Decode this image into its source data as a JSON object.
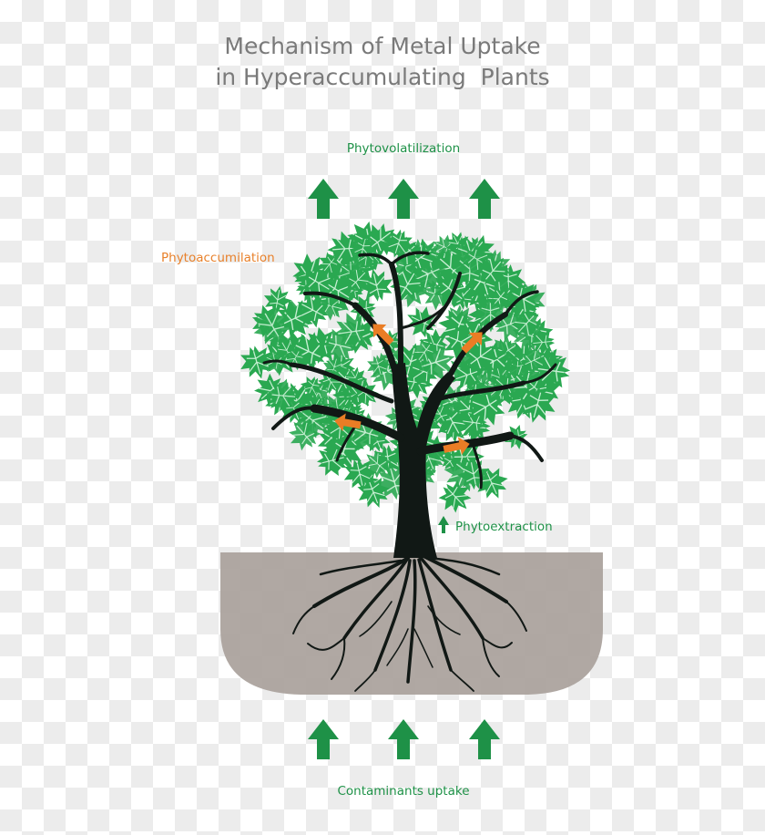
{
  "title": {
    "line1": "Mechanism of Metal Uptake",
    "line2": "in Hyperaccumulating  Plants"
  },
  "labels": {
    "phytovolatilization": "Phytovolatilization",
    "phytoaccumulation": "Phytoaccumilation",
    "phytoextraction": "Phytoextraction",
    "contaminants_uptake": "Contaminants uptake"
  },
  "colors": {
    "green_arrow": "#1e9147",
    "orange_arrow": "#ea7d25",
    "leaf": "#2aa851",
    "leaf_dark": "#1c8a40",
    "trunk": "#111815",
    "soil": "#a9a19b",
    "title_text": "#7a7a7a"
  },
  "icons": {
    "up_arrow": "green-up-arrow-icon",
    "flow_arrow": "orange-flow-arrow-icon"
  }
}
